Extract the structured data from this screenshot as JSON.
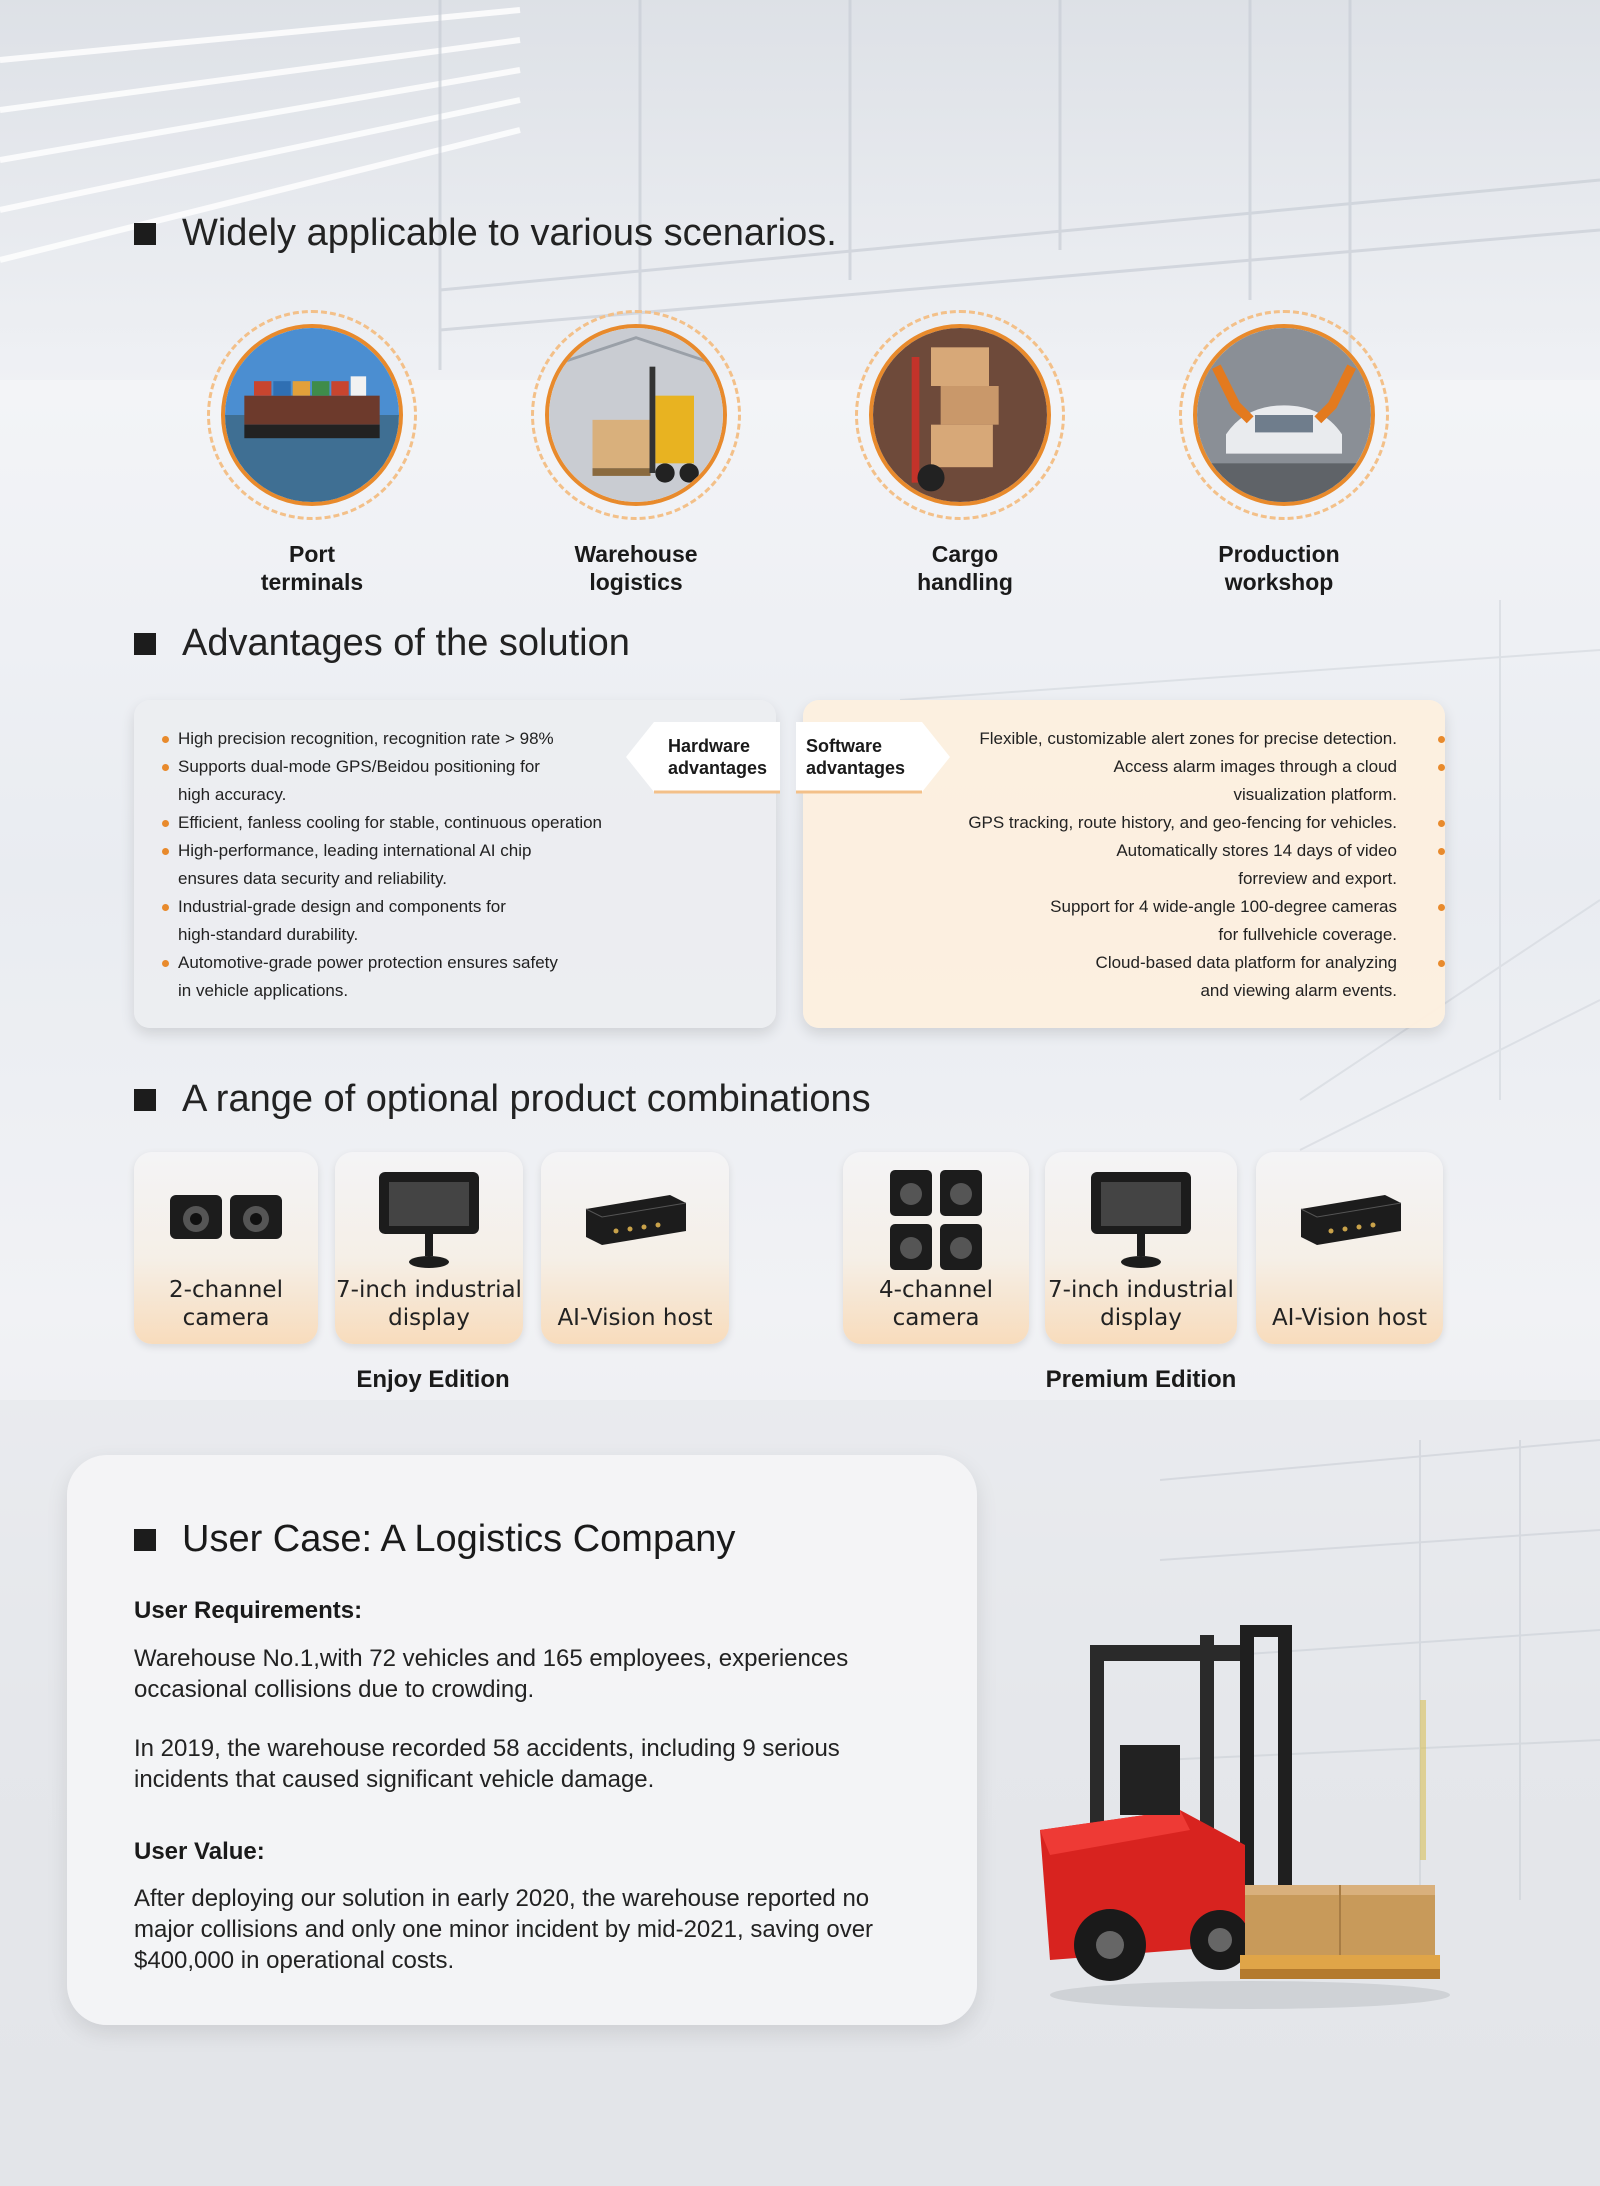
{
  "sections": {
    "scenarios_title": "Widely applicable to various scenarios.",
    "advantages_title": "Advantages of the solution",
    "products_title": "A range of optional product combinations",
    "case_title": "User Case: A Logistics Company"
  },
  "scenarios": [
    {
      "label": "Port\nterminals",
      "icon": "port-ship-image"
    },
    {
      "label": "Warehouse\nlogistics",
      "icon": "warehouse-forklift-image"
    },
    {
      "label": "Cargo\nhandling",
      "icon": "cargo-boxes-image"
    },
    {
      "label": "Production\nworkshop",
      "icon": "robot-workshop-image"
    }
  ],
  "advantages": {
    "hardware_tag": "Hardware\nadvantages",
    "software_tag": "Software\nadvantages",
    "hardware": [
      "High precision recognition, recognition rate > 98%",
      "Supports dual-mode GPS/Beidou positioning for\nhigh accuracy.",
      "Efficient, fanless cooling for stable, continuous operation",
      "High-performance, leading international AI chip\nensures data security and reliability.",
      "Industrial-grade design and components for\nhigh-standard durability.",
      "Automotive-grade power protection ensures safety\nin vehicle applications."
    ],
    "software": [
      "Flexible, customizable alert zones for precise detection.",
      "Access alarm images through a cloud\nvisualization platform.",
      "GPS tracking, route history, and geo-fencing for vehicles.",
      "Automatically stores 14 days of video\nforreview and export.",
      "Support for 4 wide-angle 100-degree cameras\nfor fullvehicle coverage.",
      "Cloud-based data platform for analyzing\nand viewing alarm events."
    ]
  },
  "products": {
    "enjoy": {
      "edition": "Enjoy Edition",
      "items": [
        "2-channel\ncamera",
        "7-inch industrial\ndisplay",
        "AI-Vision host"
      ]
    },
    "premium": {
      "edition": "Premium Edition",
      "items": [
        "4-channel\ncamera",
        "7-inch industrial\ndisplay",
        "AI-Vision host"
      ]
    }
  },
  "case": {
    "requirements_heading": "User Requirements:",
    "requirements_p1": "Warehouse No.1,with 72 vehicles and 165 employees, experiences\noccasional collisions due to crowding.",
    "requirements_p2": "In 2019, the warehouse recorded 58 accidents, including 9 serious\nincidents that caused significant vehicle damage.",
    "value_heading": "User Value:",
    "value_p": "After deploying our solution in early 2020, the warehouse reported no\nmajor collisions and only one minor incident by mid-2021, saving over\n$400,000 in operational costs."
  },
  "colors": {
    "accent": "#e88a2c",
    "soft_accent": "#f3c089",
    "panel_sw": "#fdefde",
    "panel_hw": "#ecedf0"
  }
}
